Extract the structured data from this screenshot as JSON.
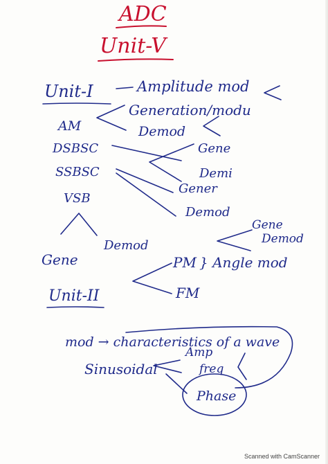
{
  "header": {
    "title": "ADC",
    "unit": "Unit-V"
  },
  "unit1": {
    "heading": "Unit-I",
    "topic": "Amplitude mod",
    "branch": "Generation/modu",
    "types": [
      "AM",
      "DSBSC",
      "SSBSC",
      "VSB"
    ],
    "demod": "Demod",
    "gene": "Gene",
    "demi": "Demi",
    "gener": "Gener",
    "demod2": "Demod",
    "bottom_gene": "Gene",
    "bottom_demod": "Demod"
  },
  "unit2": {
    "heading": "Unit-II",
    "gene": "Gene",
    "demod": "Demod",
    "pm": "PM",
    "fm": "FM",
    "angle": "} Angle mod"
  },
  "mod_section": {
    "line": "mod → characteristics of a wave",
    "sinusoidal": "Sinusoidal",
    "amp": "Amp",
    "freq": "freq",
    "phase": "Phase"
  },
  "footer": "Scanned with CamScanner"
}
